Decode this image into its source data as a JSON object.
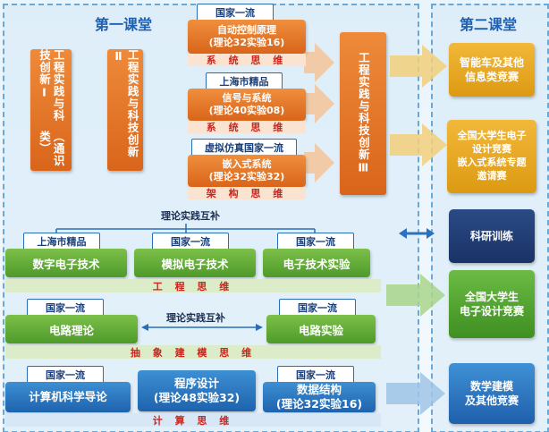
{
  "colors": {
    "orange": "#e07325",
    "green": "#5aa632",
    "blue": "#2a72c0",
    "gold": "#e6a521",
    "navy": "#223f78",
    "red": "#c8261e"
  },
  "first_classroom": {
    "title": "第一课堂",
    "left_boxes": [
      "工程实践与科技创新Ⅰ（通识类）",
      "工程实践与科技创新Ⅱ"
    ],
    "left_box_columns": [
      [
        "工程实践与科技创新Ⅰ",
        "（通识类）"
      ],
      [
        "工程实践与科技创新Ⅱ"
      ]
    ],
    "top_courses": [
      {
        "tag": "国家一流",
        "line1": "自动控制原理",
        "line2": "(理论32实验16)",
        "thinking": "系 统 思 维"
      },
      {
        "tag": "上海市精品",
        "line1": "信号与系统",
        "line2": "(理论40实验08)",
        "thinking": "系 统 思 维"
      },
      {
        "tag": "虚拟仿真国家一流",
        "line1": "嵌入式系统",
        "line2": "(理论32实验32)",
        "thinking": "架 构 思 维"
      }
    ],
    "right_box": "工程实践与科技创新Ⅲ",
    "link_label_top": "理论实践互补",
    "row1": {
      "courses": [
        {
          "tag": "上海市精品",
          "name": "数字电子技术"
        },
        {
          "tag": "国家一流",
          "name": "模拟电子技术"
        },
        {
          "tag": "国家一流",
          "name": "电子技术实验"
        }
      ],
      "thinking": "工 程 思 维"
    },
    "row2": {
      "courses": [
        {
          "tag": "国家一流",
          "name": "电路理论"
        },
        {
          "tag": "国家一流",
          "name": "电路实验"
        }
      ],
      "link_label": "理论实践互补",
      "thinking": "抽 象 建 模 思 维"
    },
    "row3": {
      "courses": [
        {
          "tag": "国家一流",
          "line1": "计算机科学导论",
          "line2": ""
        },
        {
          "tag": "",
          "line1": "程序设计",
          "line2": "(理论48实验32)"
        },
        {
          "tag": "国家一流",
          "line1": "数据结构",
          "line2": "(理论32实验16)"
        }
      ],
      "thinking": "计 算 思 维"
    }
  },
  "second_classroom": {
    "title": "第二课堂",
    "boxes": [
      {
        "lines": [
          "智能车及其他",
          "信息类竞赛"
        ],
        "color": "gold"
      },
      {
        "lines": [
          "全国大学生电子",
          "设计竞赛",
          "嵌入式系统专题",
          "邀请赛"
        ],
        "color": "gold"
      },
      {
        "lines": [
          "科研训练"
        ],
        "color": "navy"
      },
      {
        "lines": [
          "全国大学生",
          "电子设计竞赛"
        ],
        "color": "green"
      },
      {
        "lines": [
          "数学建模",
          "及其他竞赛"
        ],
        "color": "blue"
      }
    ]
  }
}
